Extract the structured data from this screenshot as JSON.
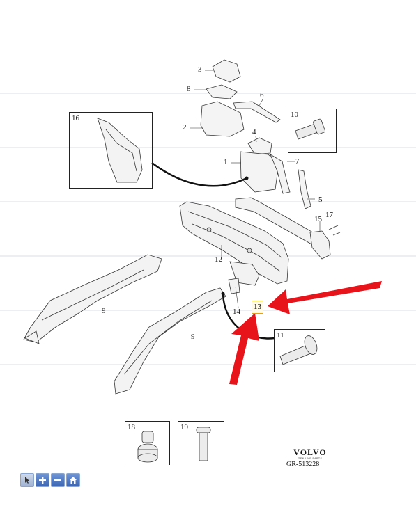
{
  "callouts": {
    "c1": "1",
    "c2": "2",
    "c3": "3",
    "c4": "4",
    "c5": "5",
    "c6": "6",
    "c7": "7",
    "c8": "8",
    "c9a": "9",
    "c9b": "9",
    "c12": "12",
    "c14": "14",
    "c15": "15",
    "c17": "17"
  },
  "detail_boxes": {
    "box10": "10",
    "box11": "11",
    "box16": "16",
    "box18": "18",
    "box19": "19"
  },
  "highlight_label": "13",
  "arrows_color": "#e8141b",
  "brand": {
    "logo": "VOLVO",
    "sub": "GENUINE PARTS"
  },
  "drawing_code": "GR-513228",
  "toolbar": {
    "buttons": [
      "pointer-icon",
      "zoom-in-icon",
      "zoom-out-icon",
      "home-icon"
    ]
  }
}
